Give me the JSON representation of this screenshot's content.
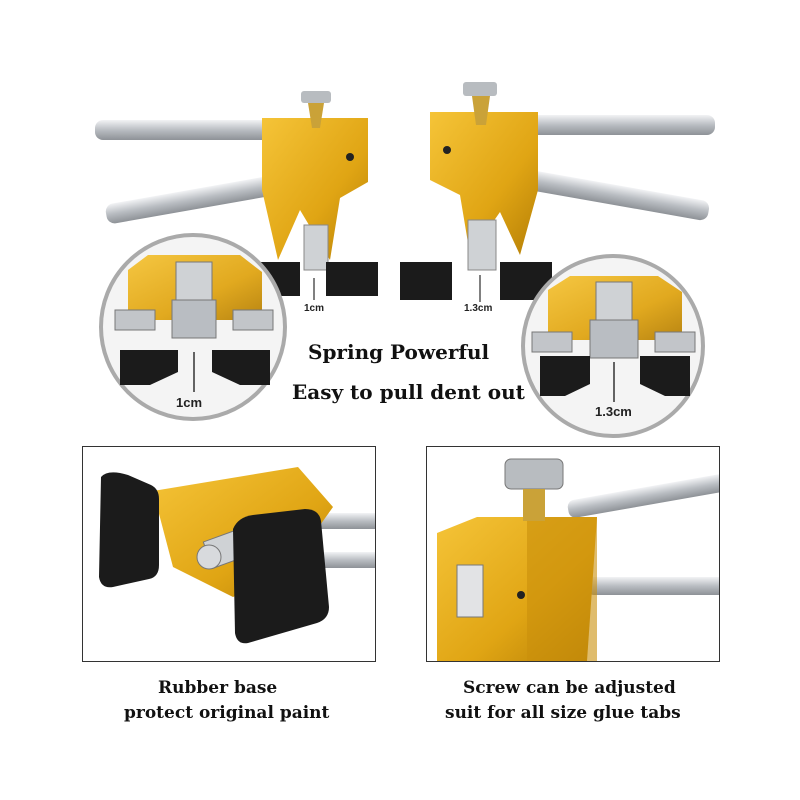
{
  "top": {
    "headline_line1": "Spring Powerful",
    "headline_line2": "Easy to pull dent out",
    "left_tool_gap": "1cm",
    "right_tool_gap": "1.3cm",
    "left_zoom_gap": "1cm",
    "right_zoom_gap": "1.3cm"
  },
  "bottom_left": {
    "caption_line1": "Rubber base",
    "caption_line2": "protect original paint"
  },
  "bottom_right": {
    "caption_line1": "Screw can be adjusted",
    "caption_line2": "suit for all size glue tabs"
  },
  "colors": {
    "gold": "#e0a514",
    "gold_dark": "#b57f06",
    "steel": "#c9ccd0",
    "rubber": "#1b1b1b"
  }
}
